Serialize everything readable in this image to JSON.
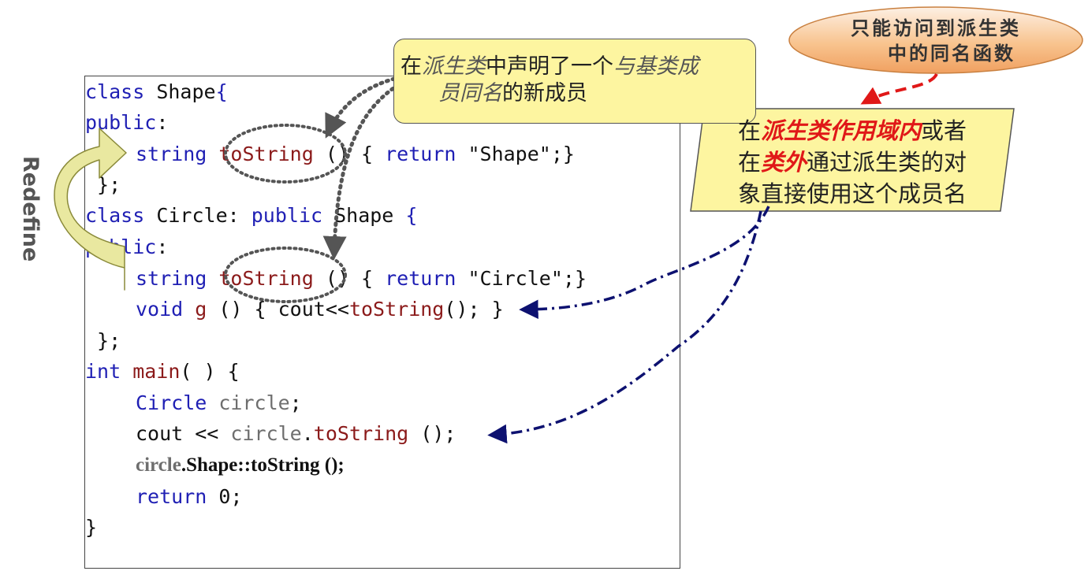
{
  "code": {
    "l1_class": "class",
    "l1_name": " Shape",
    "l1_brace": "{",
    "l2_public": "public",
    "l2_colon": ":",
    "l3_type": "string",
    "l3_fn": "toString",
    "l3_mid": " () { ",
    "l3_ret": "return",
    "l3_str": " \"Shape\"",
    "l3_end": ";}",
    "l4": " };",
    "l5_class": "class",
    "l5_name": " Circle: ",
    "l5_public": "public",
    "l5_base": " Shape ",
    "l5_brace": "{",
    "l6_public": "public",
    "l6_colon": ":",
    "l7_type": "string",
    "l7_fn": "toString",
    "l7_mid": " () { ",
    "l7_ret": "return",
    "l7_str": " \"Circle\"",
    "l7_end": ";}",
    "l8_void": "void",
    "l8_g": " g",
    "l8_mid": " () { cout<<",
    "l8_fn": "toString",
    "l8_end": "(); }",
    "l9": " };",
    "l10_int": "int",
    "l10_main": " main",
    "l10_end": "( ) {",
    "l11_type": "Circle",
    "l11_var": " circle",
    "l11_end": ";",
    "l12_cout": "cout << ",
    "l12_var": "circle",
    "l12_dot": ".",
    "l12_fn": "toString",
    "l12_end": " ();",
    "l13_var": "circle",
    "l13_rest": ".Shape::toString ();",
    "l14_ret": "return",
    "l14_end": " 0;",
    "l15": "}"
  },
  "callouts": {
    "declare_a": "在",
    "declare_b": "派生类",
    "declare_c": "中声明了一个",
    "declare_d": "与基类成",
    "declare_e": "员同名",
    "declare_f": "的新成员",
    "scope_a": "在",
    "scope_b": "派生类作用域内",
    "scope_c": "或者",
    "scope_d": "在",
    "scope_e": "类外",
    "scope_f": "通过派生类的对",
    "scope_g": "象直接使用这个成员名",
    "only_l1": "只能访问到派生类",
    "only_l2": "中的同名函数"
  },
  "redefine_label": "Redefine",
  "colors": {
    "keyword": "#1f1fb4",
    "function": "#8b1a1a",
    "callout_yellow": "#fdf5a0",
    "highlight_red": "#e01818",
    "arrow_blue": "#0d1170",
    "arrow_gray": "#555555",
    "arrow_red": "#e01818",
    "redefine_arrow": "#e9e8a0"
  }
}
